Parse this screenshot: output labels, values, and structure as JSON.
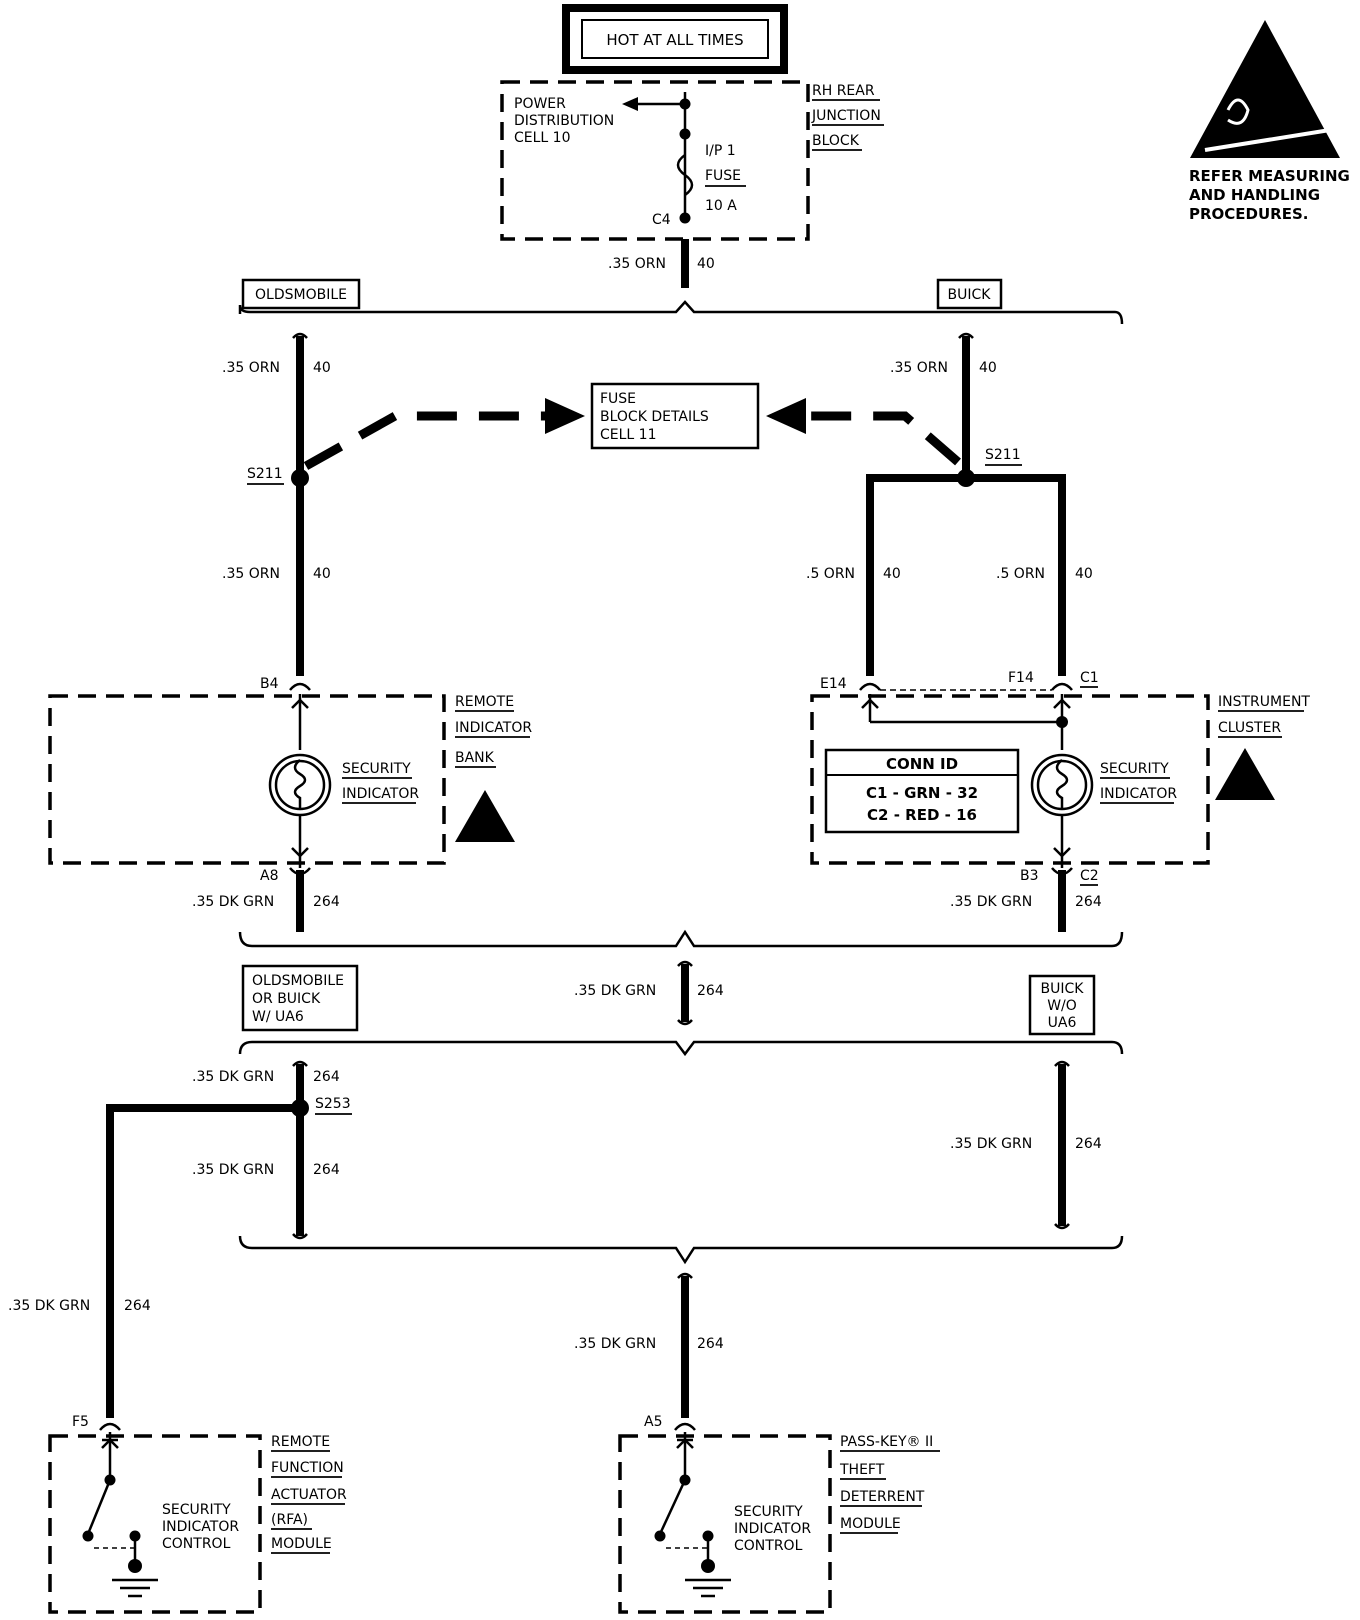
{
  "top_banner": "HOT AT ALL TIMES",
  "warning_note": [
    "REFER MEASURING",
    "AND HANDLING",
    "PROCEDURES."
  ],
  "rh_block": {
    "power_dist": [
      "POWER",
      "DISTRIBUTION",
      "CELL 10"
    ],
    "name": [
      "RH REAR",
      "JUNCTION",
      "BLOCK"
    ],
    "fuse": [
      "I/P 1",
      "FUSE",
      "10 A"
    ],
    "connector": "C4"
  },
  "branches": {
    "left": "OLDSMOBILE",
    "right": "BUICK"
  },
  "fuse_block_details": [
    "FUSE",
    "BLOCK DETAILS",
    "CELL 11"
  ],
  "splices": {
    "s211_left": "S211",
    "s211_right": "S211",
    "s253": "S253"
  },
  "wires": {
    "w_top": {
      "gauge": ".35 ORN",
      "circuit": "40"
    },
    "w_left_upper": {
      "gauge": ".35 ORN",
      "circuit": "40"
    },
    "w_right_upper": {
      "gauge": ".35 ORN",
      "circuit": "40"
    },
    "w_left_mid": {
      "gauge": ".35 ORN",
      "circuit": "40"
    },
    "w_right_e14": {
      "gauge": ".5 ORN",
      "circuit": "40"
    },
    "w_right_c1": {
      "gauge": ".5 ORN",
      "circuit": "40"
    },
    "w_left_a8": {
      "gauge": ".35 DK GRN",
      "circuit": "264"
    },
    "w_right_b3": {
      "gauge": ".35 DK GRN",
      "circuit": "264"
    },
    "w_center": {
      "gauge": ".35 DK GRN",
      "circuit": "264"
    },
    "w_left_s253_top": {
      "gauge": ".35 DK GRN",
      "circuit": "264"
    },
    "w_left_s253_bottom": {
      "gauge": ".35 DK GRN",
      "circuit": "264"
    },
    "w_right_buick": {
      "gauge": ".35 DK GRN",
      "circuit": "264"
    },
    "w_rfa": {
      "gauge": ".35 DK GRN",
      "circuit": "264"
    },
    "w_passkey": {
      "gauge": ".35 DK GRN",
      "circuit": "264"
    }
  },
  "remote_indicator": {
    "name": [
      "REMOTE",
      "INDICATOR",
      "BANK"
    ],
    "indicator": [
      "SECURITY",
      "INDICATOR"
    ],
    "pin_top": "B4",
    "pin_bottom": "A8"
  },
  "instrument_cluster": {
    "name": [
      "INSTRUMENT",
      "CLUSTER"
    ],
    "indicator": [
      "SECURITY",
      "INDICATOR"
    ],
    "pins": {
      "e14": "E14",
      "f14": "F14",
      "c1": "C1",
      "b3": "B3",
      "c2": "C2"
    },
    "conn_id": {
      "title": "CONN ID",
      "rows": [
        "C1 - GRN - 32",
        "C2 - RED - 16"
      ]
    }
  },
  "mid_branches": {
    "left": [
      "OLDSMOBILE",
      "OR BUICK",
      "W/ UA6"
    ],
    "right": [
      "BUICK",
      "W/O",
      "UA6"
    ]
  },
  "rfa_module": {
    "name": [
      "REMOTE",
      "FUNCTION",
      "ACTUATOR",
      "(RFA)",
      "MODULE"
    ],
    "control": [
      "SECURITY",
      "INDICATOR",
      "CONTROL"
    ],
    "pin": "F5"
  },
  "passkey_module": {
    "name": [
      "PASS-KEY® II",
      "THEFT",
      "DETERRENT",
      "MODULE"
    ],
    "control": [
      "SECURITY",
      "INDICATOR",
      "CONTROL"
    ],
    "pin": "A5"
  }
}
